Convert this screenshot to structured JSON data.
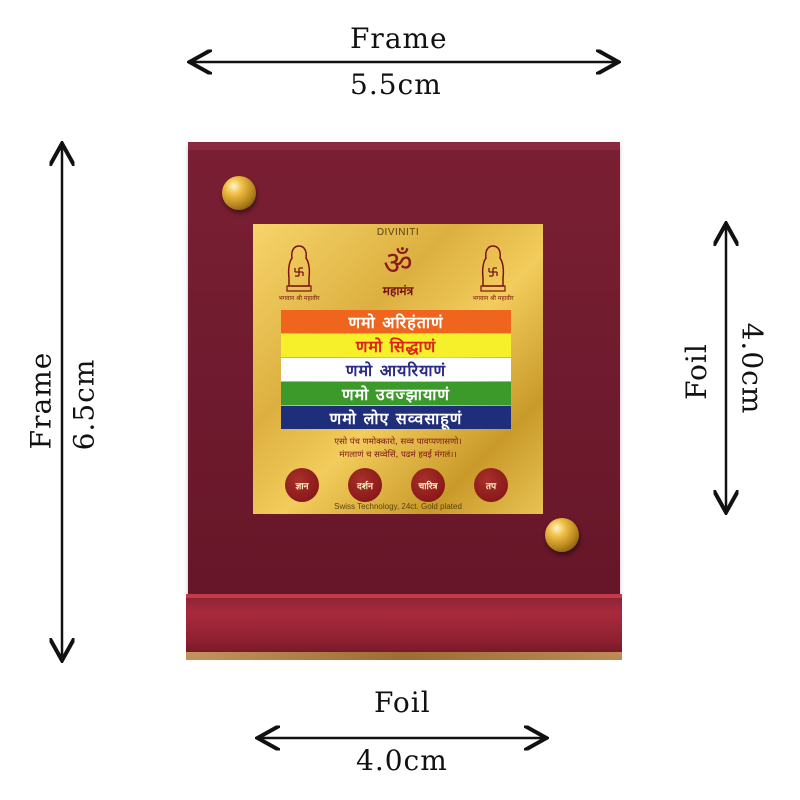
{
  "dimensions": {
    "frame_width_label": "Frame",
    "frame_width_value": "5.5cm",
    "frame_height_label": "Frame",
    "frame_height_value": "6.5cm",
    "foil_height_label": "Foil",
    "foil_height_value": "4.0cm",
    "foil_width_label": "Foil",
    "foil_width_value": "4.0cm"
  },
  "foil": {
    "brand": "DIVINITI",
    "om": "ॐ",
    "title": "महामंत्र",
    "idol_caption": "भगवान श्री महावीर",
    "bands": [
      {
        "text": "णमो अरिहंताणं",
        "bg": "#f0651e",
        "color": "#ffffff"
      },
      {
        "text": "णमो सिद्धाणं",
        "bg": "#f5f02a",
        "color": "#e0201a"
      },
      {
        "text": "णमो आयरियाणं",
        "bg": "#ffffff",
        "color": "#2a2a8a"
      },
      {
        "text": "णमो उवज्झायाणं",
        "bg": "#3c9a2a",
        "color": "#ffffff"
      },
      {
        "text": "णमो लोए सव्वसाहूणं",
        "bg": "#1f2e7a",
        "color": "#ffffff"
      }
    ],
    "verse_line_1": "एसो पंच णमोक्कारो, सव्व पावप्पणासणो।",
    "verse_line_2": "मंगलाणं च सव्वेसिं, पढमं हवई मंगलं।।",
    "badges": [
      "ज्ञान",
      "दर्शन",
      "चारित्र",
      "तप"
    ],
    "footer": "Swiss Technology, 24ct. Gold plated"
  },
  "colors": {
    "frame": "#6e1a2e",
    "gold": "#dcb040",
    "badge": "#8a1a1a"
  }
}
